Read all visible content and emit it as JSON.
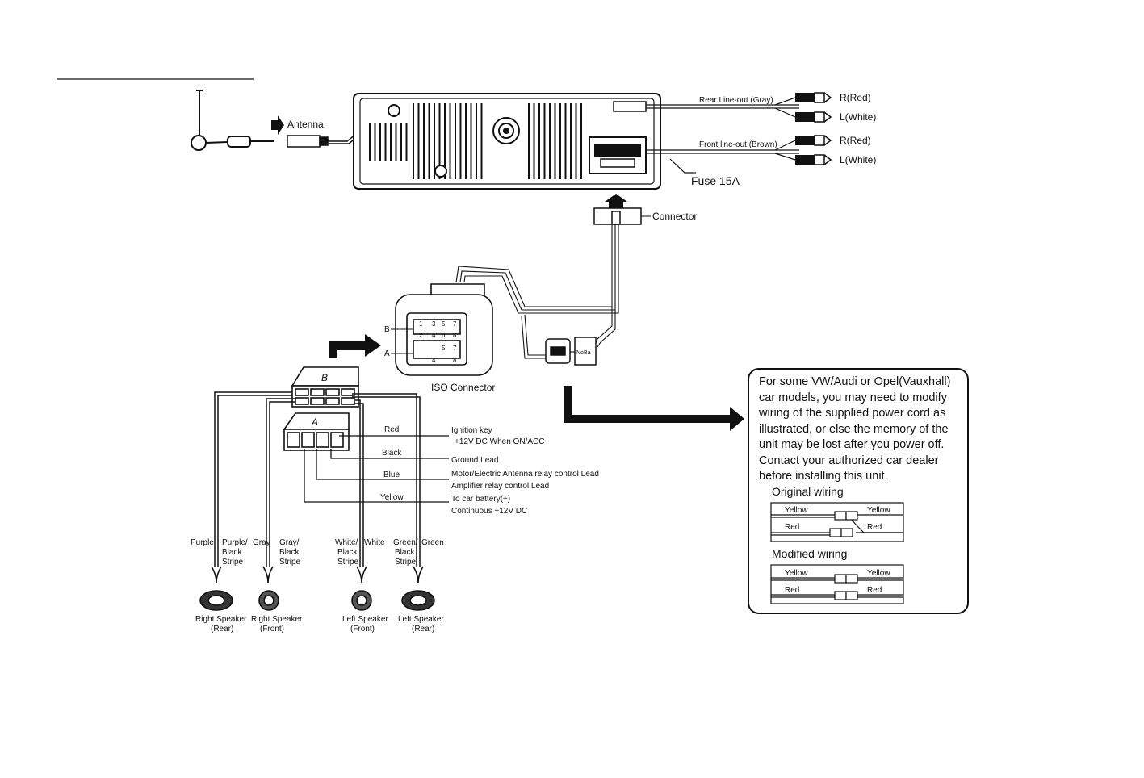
{
  "antenna": {
    "label": "Antenna"
  },
  "outputs": {
    "rear_line_out": "Rear Line-out (Gray)",
    "front_line_out": "Front line-out (Brown)",
    "right": "R(Red)",
    "left": "L(White)"
  },
  "fuse": "Fuse 15A",
  "connector": "Connector",
  "iso_connector": {
    "label": "ISO Connector",
    "row_b": "B",
    "row_a": "A",
    "pins": [
      "1",
      "2",
      "3",
      "4",
      "5",
      "6",
      "7",
      "8"
    ],
    "small_tag": "NoBa"
  },
  "harness": {
    "block_b": "B",
    "block_a": "A",
    "wires": {
      "red": "Red",
      "black": "Black",
      "blue": "Blue",
      "yellow": "Yellow"
    },
    "functions": {
      "ignition_1": "Ignition key",
      "ignition_2": "+12V DC When ON/ACC",
      "ground": "Ground Lead",
      "antenna_relay": "Motor/Electric Antenna relay control Lead",
      "amp_relay": "Amplifier relay control Lead",
      "battery_1": "To car battery(+)",
      "battery_2": "Continuous +12V DC"
    }
  },
  "speaker_wires": {
    "purple": "Purple",
    "purple_black": [
      "Purple/",
      "Black",
      "Stripe"
    ],
    "gray": "Gray",
    "gray_black": [
      "Gray/",
      "Black",
      "Stripe"
    ],
    "white_black": [
      "White/",
      "Black",
      "Stripe"
    ],
    "white": "White",
    "green_black": [
      "Green/",
      "Black",
      "Stripe"
    ],
    "green": "Green"
  },
  "speakers": {
    "right_rear": [
      "Right Speaker",
      "(Rear)"
    ],
    "right_front": [
      "Right Speaker",
      "(Front)"
    ],
    "left_front": [
      "Left Speaker",
      "(Front)"
    ],
    "left_rear": [
      "Left Speaker",
      "(Rear)"
    ]
  },
  "note": {
    "text": "For some VW/Audi or Opel(Vauxhall) car models, you may need to modify wiring of the supplied power cord as illustrated, or else the memory of the unit may be lost after you power off. Contact your authorized car dealer before installing this unit.",
    "original_title": "Original wiring",
    "modified_title": "Modified wiring",
    "yellow": "Yellow",
    "red": "Red"
  }
}
